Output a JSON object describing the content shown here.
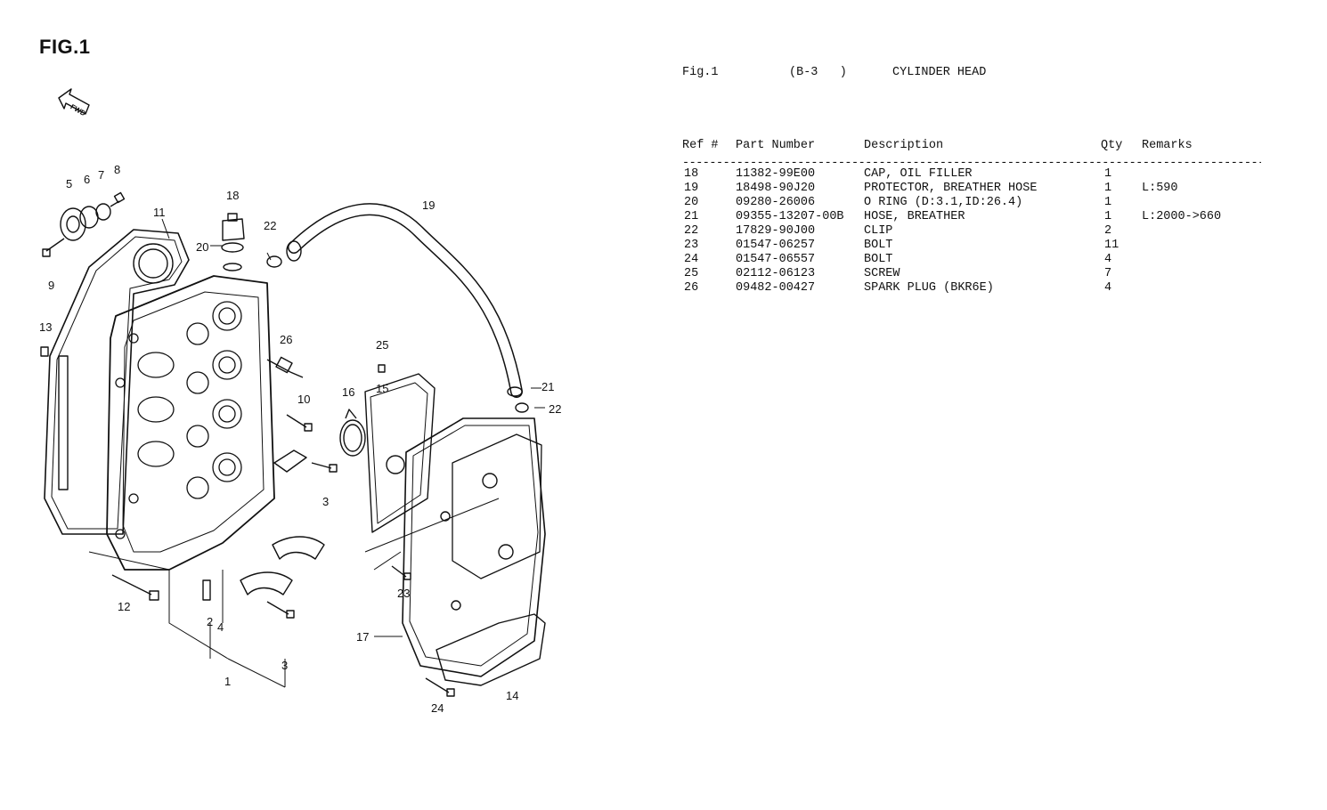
{
  "figure_label": "FIG.1",
  "fwd_label": "FWD",
  "callouts": [
    "1",
    "2",
    "3",
    "3",
    "4",
    "5",
    "6",
    "7",
    "8",
    "9",
    "10",
    "11",
    "12",
    "13",
    "14",
    "15",
    "16",
    "17",
    "18",
    "19",
    "20",
    "21",
    "22",
    "22",
    "23",
    "24",
    "25",
    "26"
  ],
  "header": {
    "fig": "Fig.1",
    "code": "(B-3   )",
    "title": "CYLINDER HEAD"
  },
  "columns": {
    "ref": "Ref #",
    "part": "Part Number",
    "desc": "Description",
    "qty": "Qty",
    "remarks": "Remarks"
  },
  "rows": [
    {
      "ref": "18",
      "part": "11382-99E00",
      "desc": "CAP, OIL FILLER",
      "qty": "1",
      "remarks": ""
    },
    {
      "ref": "19",
      "part": "18498-90J20",
      "desc": "PROTECTOR, BREATHER HOSE",
      "qty": "1",
      "remarks": "L:590"
    },
    {
      "ref": "20",
      "part": "09280-26006",
      "desc": "O RING (D:3.1,ID:26.4)",
      "qty": "1",
      "remarks": ""
    },
    {
      "ref": "21",
      "part": "09355-13207-00B",
      "desc": "HOSE, BREATHER",
      "qty": "1",
      "remarks": "L:2000->660"
    },
    {
      "ref": "22",
      "part": "17829-90J00",
      "desc": "CLIP",
      "qty": "2",
      "remarks": ""
    },
    {
      "ref": "23",
      "part": "01547-06257",
      "desc": "BOLT",
      "qty": "11",
      "remarks": ""
    },
    {
      "ref": "24",
      "part": "01547-06557",
      "desc": "BOLT",
      "qty": "4",
      "remarks": ""
    },
    {
      "ref": "25",
      "part": "02112-06123",
      "desc": "SCREW",
      "qty": "7",
      "remarks": ""
    },
    {
      "ref": "26",
      "part": "09482-00427",
      "desc": "SPARK PLUG (BKR6E)",
      "qty": "4",
      "remarks": ""
    }
  ]
}
